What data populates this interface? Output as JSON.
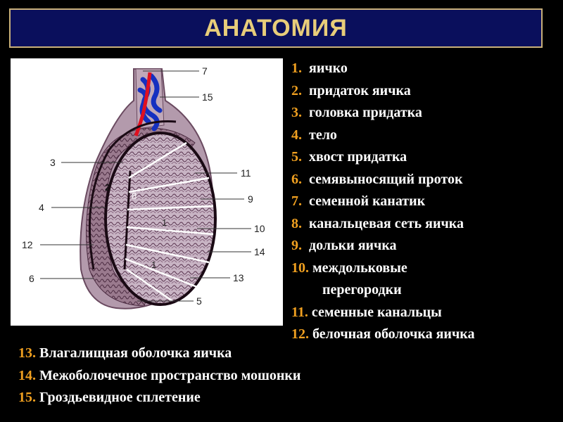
{
  "title": "АНАТОМИЯ",
  "figure": {
    "callouts": [
      "7",
      "15",
      "3",
      "11",
      "9",
      "4",
      "10",
      "12",
      "14",
      "6",
      "13",
      "5"
    ],
    "inner_labels": [
      "2",
      "8",
      "1",
      "1"
    ]
  },
  "legend": [
    {
      "num": "1.",
      "text": "яичко"
    },
    {
      "num": "2.",
      "text": "придаток яичка"
    },
    {
      "num": "3.",
      "text": "головка придатка"
    },
    {
      "num": "4.",
      "text": "тело"
    },
    {
      "num": "5.",
      "text": "хвост придатка"
    },
    {
      "num": "6.",
      "text": "семявыносящий проток"
    },
    {
      "num": "7.",
      "text": "семенной канатик"
    },
    {
      "num": "8.",
      "text": "канальцевая сеть яичка"
    },
    {
      "num": "9.",
      "text": "дольки яичка"
    },
    {
      "num": "10.",
      "text": "междольковые"
    },
    {
      "num": "",
      "text": "перегородки"
    },
    {
      "num": "11.",
      "text": "семенные канальцы"
    },
    {
      "num": "12.",
      "text": "белочная оболочка яичка"
    }
  ],
  "bottom_legend": [
    {
      "num": "13.",
      "text": "Влагалищная оболочка яичка"
    },
    {
      "num": "14.",
      "text": "Межоболочечное пространство мошонки"
    },
    {
      "num": "15.",
      "text": "Гроздьевидное сплетение"
    }
  ],
  "colors": {
    "background": "#000000",
    "title_bar": "#0a0f5c",
    "title_text": "#e8cd7a",
    "number_accent": "#f0a020",
    "vein": "#1530c0",
    "artery": "#e01020",
    "tissue": "#a08090"
  }
}
